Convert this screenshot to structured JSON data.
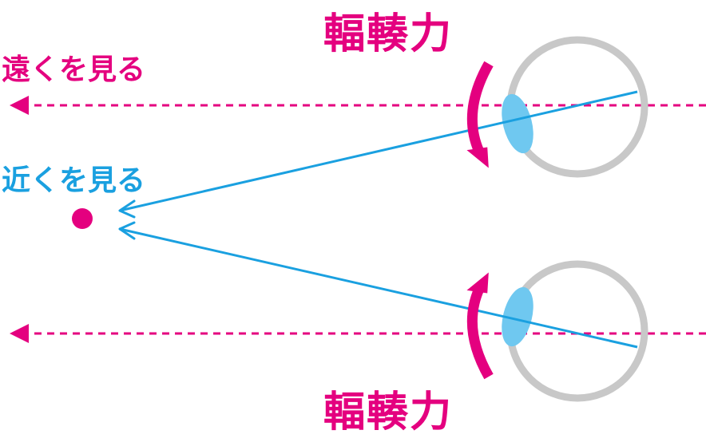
{
  "labels": {
    "far": "遠くを見る",
    "near": "近くを見る",
    "convergence_top": "輻輳力",
    "convergence_bottom": "輻輳力"
  },
  "colors": {
    "magenta": "#e4007f",
    "blue": "#1aa0e0",
    "eyeball": "#c8c8c8",
    "lens": "#6fc8f0"
  }
}
